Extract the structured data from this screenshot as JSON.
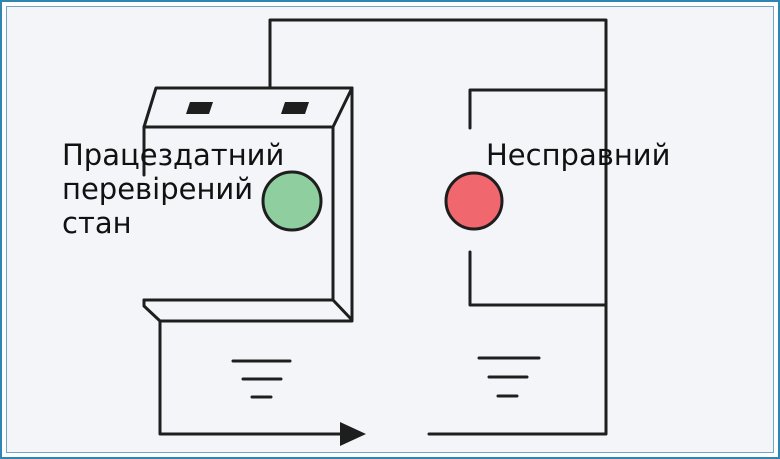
{
  "diagram": {
    "left_label": {
      "lines": [
        "Працездатний",
        "перевірений",
        "стан"
      ]
    },
    "right_label": {
      "text": "Несправний"
    },
    "colors": {
      "stroke": "#1e1e1e",
      "ok_lamp": "#8fce9f",
      "fault_lamp": "#f0676e",
      "panel_background": "#f4f5f9",
      "frame_outer": "#2f86b3",
      "frame_inner": "#6fa7c8"
    }
  }
}
